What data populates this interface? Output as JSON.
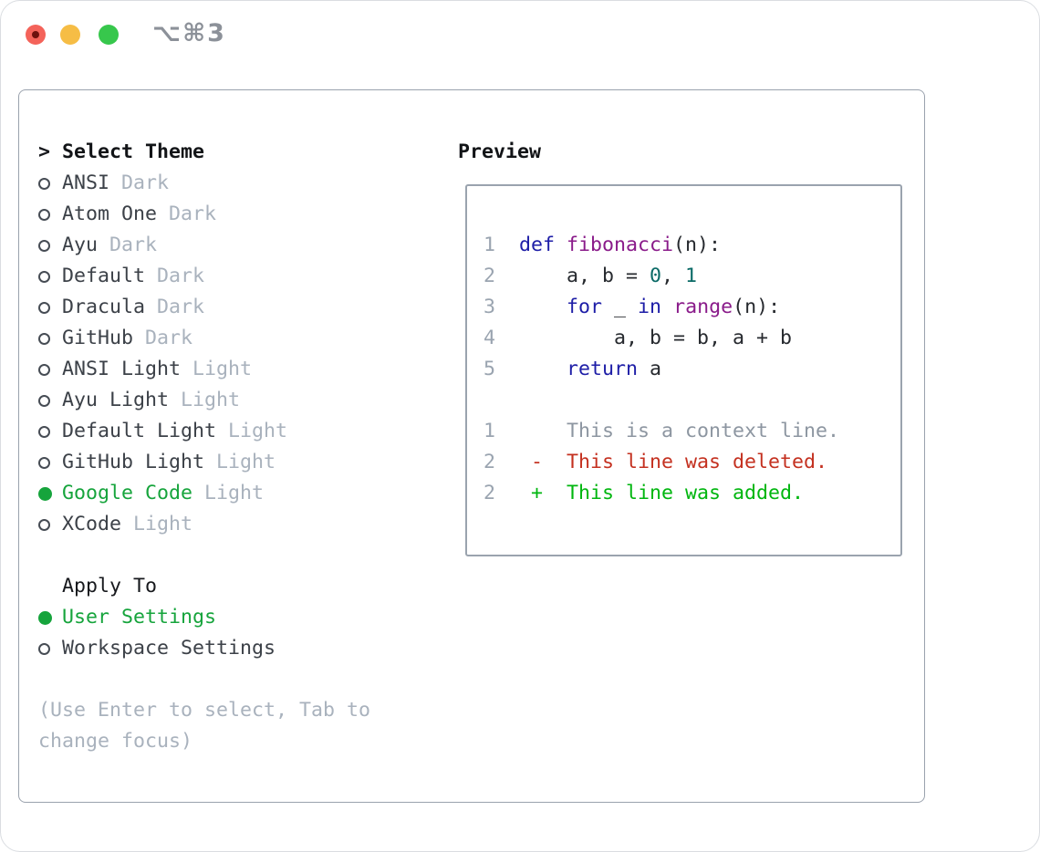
{
  "window": {
    "shortcut": "⌥⌘3"
  },
  "theme_panel": {
    "title_prefix": ">",
    "title": "Select Theme",
    "items": [
      {
        "name": "ANSI",
        "variant": "Dark",
        "selected": false
      },
      {
        "name": "Atom One",
        "variant": "Dark",
        "selected": false
      },
      {
        "name": "Ayu",
        "variant": "Dark",
        "selected": false
      },
      {
        "name": "Default",
        "variant": "Dark",
        "selected": false
      },
      {
        "name": "Dracula",
        "variant": "Dark",
        "selected": false
      },
      {
        "name": "GitHub",
        "variant": "Dark",
        "selected": false
      },
      {
        "name": "ANSI Light",
        "variant": "Light",
        "selected": false
      },
      {
        "name": "Ayu Light",
        "variant": "Light",
        "selected": false
      },
      {
        "name": "Default Light",
        "variant": "Light",
        "selected": false
      },
      {
        "name": "GitHub Light",
        "variant": "Light",
        "selected": false
      },
      {
        "name": "Google Code",
        "variant": "Light",
        "selected": true
      },
      {
        "name": "XCode",
        "variant": "Light",
        "selected": false
      }
    ],
    "apply_to": {
      "title": "Apply To",
      "options": [
        {
          "label": "User Settings",
          "selected": true
        },
        {
          "label": "Workspace Settings",
          "selected": false
        }
      ]
    },
    "hint_lines": [
      "(Use Enter to select, Tab to",
      "change focus)"
    ]
  },
  "preview": {
    "title": "Preview",
    "code_lines": [
      {
        "no": "1",
        "seg0": "def",
        "seg1": " ",
        "seg2": "fibonacci",
        "seg3": "(n):"
      },
      {
        "no": "2",
        "seg0": "    a, b = ",
        "seg1": "0",
        "seg2": ", ",
        "seg3": "1"
      },
      {
        "no": "3",
        "seg0": "    ",
        "seg1": "for",
        "seg2": " _ ",
        "seg3": "in",
        "seg4": " ",
        "seg5": "range",
        "seg6": "(n):"
      },
      {
        "no": "4",
        "seg0": "        a, b = b, a + b"
      },
      {
        "no": "5",
        "seg0": "    ",
        "seg1": "return",
        "seg2": " a"
      }
    ],
    "diff_lines": [
      {
        "no": "1",
        "text": "    This is a context line.",
        "type": "context"
      },
      {
        "no": "2",
        "text": " -  This line was deleted.",
        "type": "deleted"
      },
      {
        "no": "2",
        "text": " +  This line was added.",
        "type": "added"
      }
    ]
  },
  "colors": {
    "keyword_blue": "#1e1ea7",
    "function_purple": "#8a1b8a",
    "number_teal": "#0a6a66",
    "deleted_red": "#c43120",
    "added_green": "#00b60f",
    "selected_green": "#16a43c",
    "muted_gray": "#a9b2bd",
    "line_number_gray": "#9aa4b0",
    "context_gray": "#8d96a1",
    "panel_border_gray": "#9aa3ae",
    "traffic_red": "#f4635a",
    "traffic_yellow": "#f6bd45",
    "traffic_green": "#37c74c"
  }
}
